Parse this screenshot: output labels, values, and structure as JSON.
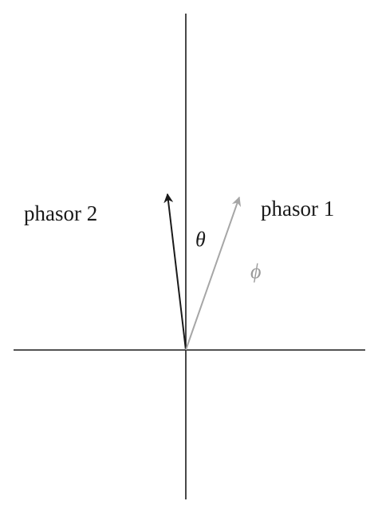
{
  "labels": {
    "phasor_1": "phasor 1",
    "phasor_2": "phasor 2",
    "theta": "θ",
    "phi": "ϕ"
  },
  "colors": {
    "axes": "#1a1a1a",
    "phasor_1": "#a6a6a6",
    "phasor_2": "#1a1a1a",
    "phi_label": "#9a9a9a"
  }
}
